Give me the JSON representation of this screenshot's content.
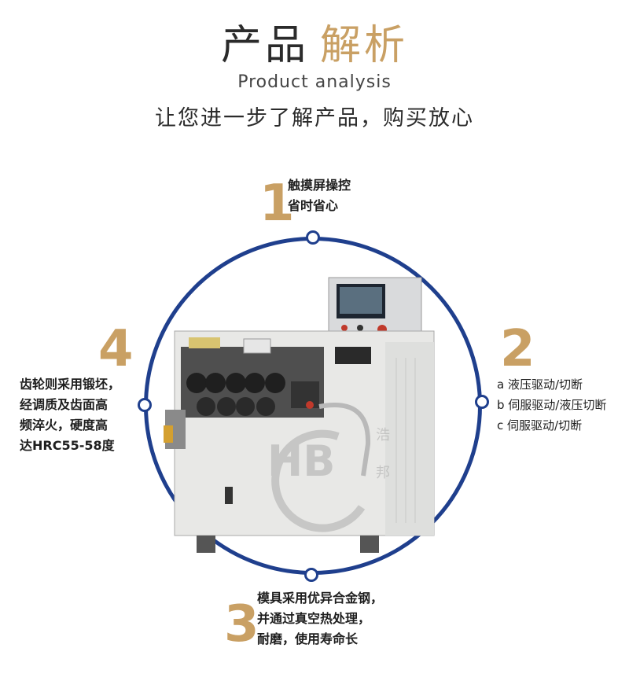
{
  "header": {
    "title_part1": "产品",
    "title_part2": "解析",
    "subtitle_en": "Product analysis",
    "tagline": "让您进一步了解产品，购买放心"
  },
  "features": [
    {
      "number": "1",
      "lines": [
        "触摸屏操控",
        "省时省心"
      ]
    },
    {
      "number": "2",
      "lines": [
        "a 液压驱动/切断",
        "b 伺服驱动/液压切断",
        "c 伺服驱动/切断"
      ]
    },
    {
      "number": "3",
      "lines": [
        "模具采用优异合金钢，",
        "并通过真空热处理，",
        "耐磨，使用寿命长"
      ]
    },
    {
      "number": "4",
      "lines": [
        "齿轮则采用锻坯，",
        "经调质及齿面高",
        "频淬火，硬度高",
        "达HRC55-58度"
      ]
    }
  ],
  "watermark": {
    "letters": "HB",
    "chars": [
      "浩",
      "邦"
    ]
  },
  "colors": {
    "accent_gold": "#c9a064",
    "ring_blue": "#1f3f8d"
  }
}
